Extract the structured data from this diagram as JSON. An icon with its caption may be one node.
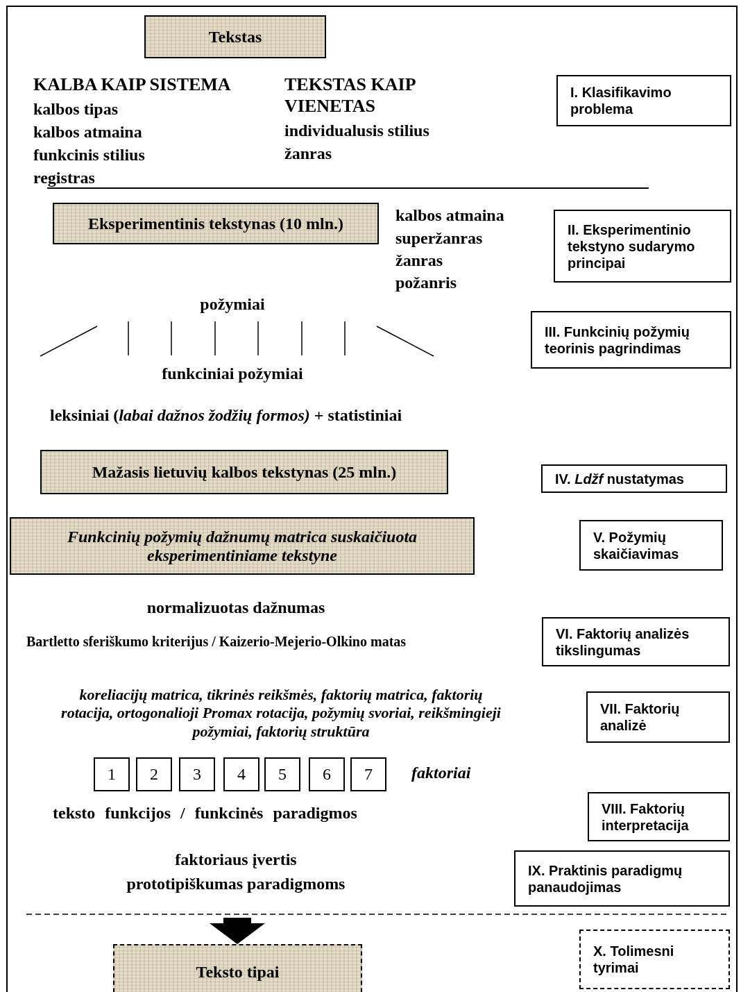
{
  "diagram": {
    "nodes": [
      {
        "text": [
          "Tekstas"
        ]
      },
      {
        "text": [
          "I. Klasifikavimo problema"
        ]
      },
      {
        "text": [
          "Eksperimentinis tekstynas (10 mln.)"
        ]
      },
      {
        "text": [
          "II. Eksperimentinio tekstyno sudarymo principai"
        ]
      },
      {
        "text": [
          "III. Funkcinių požymių teorinis pagrindimas"
        ]
      },
      {
        "text": [
          "Mažasis lietuvių kalbos tekstynas (25 mln.)"
        ]
      },
      {
        "text": [
          "IV. *Ldžf* nustatymas"
        ]
      },
      {
        "text": [
          "Funkcinių požymių dažnumų matrica suskaičiuota eksperimentiniame tekstyne"
        ]
      },
      {
        "text": [
          "V. Požymių skaičiavimas"
        ]
      },
      {
        "text": [
          "VI. Faktorių analizės tikslingumas"
        ]
      },
      {
        "text": [
          "VII. Faktorių analizė"
        ]
      },
      {
        "text": [
          "1"
        ]
      },
      {
        "text": [
          "2"
        ]
      },
      {
        "text": [
          "3"
        ]
      },
      {
        "text": [
          "4"
        ]
      },
      {
        "text": [
          "5"
        ]
      },
      {
        "text": [
          "6"
        ]
      },
      {
        "text": [
          "7"
        ]
      },
      {
        "text": [
          "VIII. Faktorių interpretacija"
        ]
      },
      {
        "text": [
          "IX. Praktinis paradigmų panaudojimas"
        ]
      },
      {
        "text": [
          "X. Tolimesni tyrimai"
        ]
      },
      {
        "text": [
          "Teksto tipai"
        ]
      }
    ],
    "edges": [
      {
        "from": null,
        "to": 21,
        "arrow": "to"
      }
    ],
    "labels": [
      "KALBA KAIP SISTEMA",
      "kalbos tipas",
      "kalbos atmaina",
      "funkcinis stilius",
      "registras",
      "TEKSTAS KAIP VIENETAS",
      "individualusis stilius",
      "žanras",
      "kalbos atmaina",
      "superžanras",
      "žanras",
      "požanris",
      "požymiai",
      "funkciniai požymiai",
      "leksiniai (*labai dažnos žodžių formos)* + statistiniai",
      "normalizuotas dažnumas",
      "Bartletto sferiškumo kriterijus / Kaizerio-Mejerio-Olkino matas",
      "koreliacijų matrica, tikrinės reikšmės, faktorių matrica, faktorių rotacija, ortogonalioji Promax rotacija, požymių svoriai, reikšmingieji požymiai, faktorių struktūra",
      "faktoriai",
      "teksto funkcijos / funkcinės paradigmos",
      "faktoriaus įvertis",
      "prototipiškumas paradigmoms"
    ]
  }
}
